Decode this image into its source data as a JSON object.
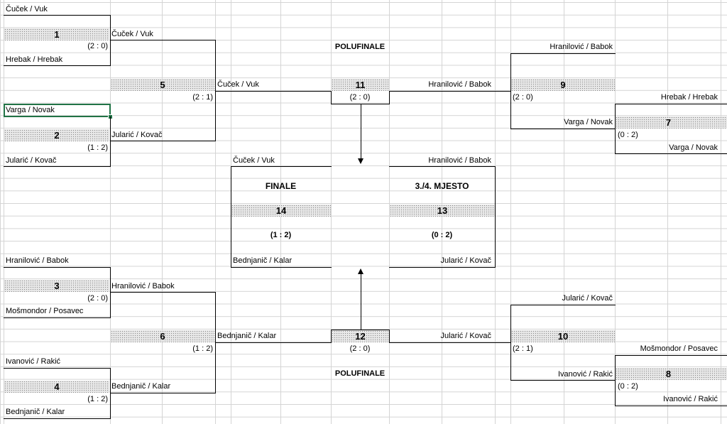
{
  "matches": {
    "m1": {
      "number": "1",
      "team_top": "Čuček / Vuk",
      "team_bottom": "Hrebak / Hrebak",
      "score": "(2 : 0)"
    },
    "m2": {
      "number": "2",
      "team_top": "Varga / Novak",
      "team_bottom": "Jularić / Kovač",
      "score": "(1 : 2)"
    },
    "m3": {
      "number": "3",
      "team_top": "Hranilović / Babok",
      "team_bottom": "Mošmondor / Posavec",
      "score": "(2 : 0)"
    },
    "m4": {
      "number": "4",
      "team_top": "Ivanović / Rakić",
      "team_bottom": "Bednjanič / Kalar",
      "score": "(1 : 2)"
    },
    "m5": {
      "number": "5",
      "team_top": "Čuček / Vuk",
      "team_bottom": "Jularić / Kovač",
      "score": "(2 : 1)"
    },
    "m6": {
      "number": "6",
      "team_top": "Hranilović / Babok",
      "team_bottom": "Bednjanič / Kalar",
      "score": "(1 : 2)"
    },
    "m7": {
      "number": "7",
      "team_top": "Hrebak / Hrebak",
      "team_bottom": "Varga / Novak",
      "score": "(0 : 2)"
    },
    "m8": {
      "number": "8",
      "team_top": "Mošmondor / Posavec",
      "team_bottom": "Ivanović / Rakić",
      "score": "(0 : 2)"
    },
    "m9": {
      "number": "9",
      "team_top": "Hranilović / Babok",
      "team_bottom": "Varga / Novak",
      "score": "(2 : 0)"
    },
    "m10": {
      "number": "10",
      "team_top": "Jularić / Kovač",
      "team_bottom": "Ivanović / Rakić",
      "score": "(2 : 1)"
    },
    "m11": {
      "number": "11",
      "team_left": "Čuček / Vuk",
      "team_right": "Hranilović / Babok",
      "score": "(2 : 0)"
    },
    "m12": {
      "number": "12",
      "team_left": "Bednjanič / Kalar",
      "team_right": "Jularić / Kovač",
      "score": "(2 : 0)"
    },
    "m13": {
      "number": "13",
      "title": "3./4. MJESTO",
      "team_top": "Hranilović / Babok",
      "team_bottom": "Jularić / Kovač",
      "score": "(0 : 2)"
    },
    "m14": {
      "number": "14",
      "title": "FINALE",
      "team_top": "Čuček / Vuk",
      "team_bottom": "Bednjanič / Kalar",
      "score": "(1 : 2)"
    }
  },
  "labels": {
    "semifinal_top": "POLUFINALE",
    "semifinal_bottom": "POLUFINALE"
  },
  "colors": {
    "selection": "#217346",
    "gridline": "#d4d4d4",
    "border": "#000000"
  }
}
